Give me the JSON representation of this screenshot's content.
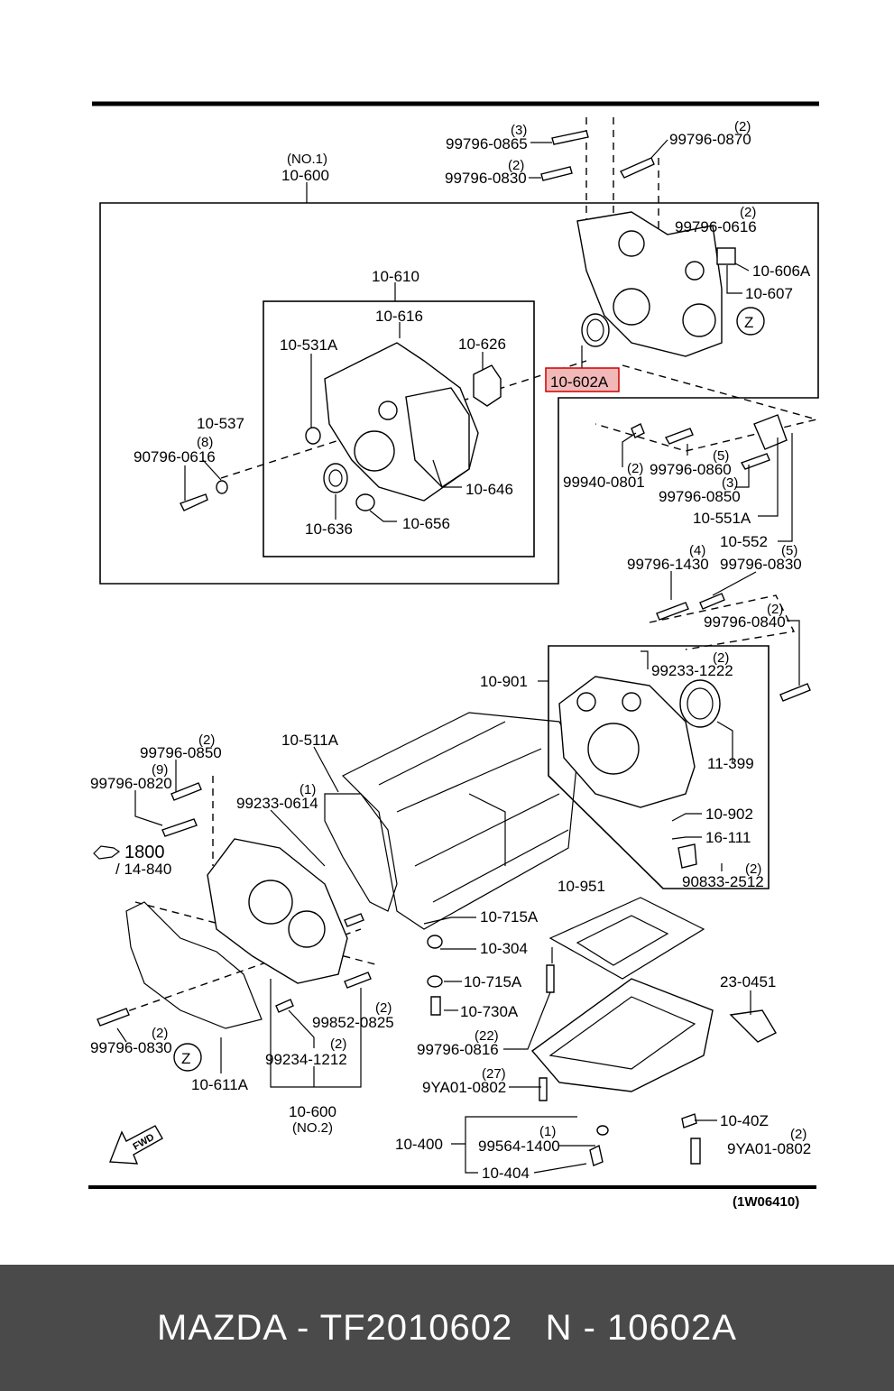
{
  "diagram": {
    "code": "(1W06410)",
    "fwd": "FWD",
    "highlight": "10-602A",
    "z": "Z",
    "labels": {
      "no1": "(NO.1)",
      "p10_600a": "10-600",
      "q99796_0865": "(3)",
      "p99796_0865": "99796-0865",
      "q99796_0870": "(2)",
      "p99796_0870": "99796-0870",
      "q99796_0830a": "(2)",
      "p99796_0830a": "99796-0830",
      "q99796_0616a": "(2)",
      "p99796_0616a": "99796-0616",
      "p10_606a": "10-606A",
      "p10_607": "10-607",
      "p10_610": "10-610",
      "p10_616": "10-616",
      "p10_531a": "10-531A",
      "p10_626": "10-626",
      "p10_537": "10-537",
      "q90796_0616": "(8)",
      "p90796_0616": "90796-0616",
      "p10_646": "10-646",
      "p10_636": "10-636",
      "p10_656": "10-656",
      "q99940_0801": "(2)",
      "p99940_0801": "99940-0801",
      "q99796_0860": "(5)",
      "p99796_0860": "99796-0860",
      "q99796_0850a": "(3)",
      "p99796_0850a": "99796-0850",
      "p10_551a": "10-551A",
      "p10_552": "10-552",
      "q10_552": "(5)",
      "q99796_1430": "(4)",
      "p99796_1430": "99796-1430",
      "p99796_0830b": "99796-0830",
      "q99796_0840": "(2)",
      "p99796_0840": "99796-0840",
      "q99233_1222": "(2)",
      "p99233_1222": "99233-1222",
      "p10_901": "10-901",
      "p11_399": "11-399",
      "p10_902": "10-902",
      "p16_111": "16-111",
      "q90833_2512": "(2)",
      "p90833_2512": "90833-2512",
      "p10_511a": "10-511A",
      "q99796_0850b": "(2)",
      "p99796_0850b": "99796-0850",
      "q99796_0820": "(9)",
      "p99796_0820": "99796-0820",
      "q99233_0614": "(1)",
      "p99233_0614": "99233-0614",
      "p1800": "1800",
      "p14_840": "/ 14-840",
      "p10_951": "10-951",
      "p10_715a_1": "10-715A",
      "p10_304": "10-304",
      "p10_715a_2": "10-715A",
      "p10_730a": "10-730A",
      "q99852_0825": "(2)",
      "p99852_0825": "99852-0825",
      "p23_0451": "23-0451",
      "q99796_0830c": "(2)",
      "p99796_0830c": "99796-0830",
      "q99796_0816": "(22)",
      "p99796_0816": "99796-0816",
      "p99234_1212": "99234-1212",
      "q99234_1212": "(2)",
      "p10_611a": "10-611A",
      "q9ya01_0802a": "(27)",
      "p9ya01_0802a": "9YA01-0802",
      "p10_600b": "10-600",
      "no2": "(NO.2)",
      "p10_400": "10-400",
      "q99564_1400": "(1)",
      "p99564_1400": "99564-1400",
      "p10_404": "10-404",
      "p10_40z": "10-40Z",
      "q9ya01_0802b": "(2)",
      "p9ya01_0802b": "9YA01-0802"
    }
  },
  "footer": {
    "text": "MAZDA - TF2010602   N - 10602A"
  }
}
